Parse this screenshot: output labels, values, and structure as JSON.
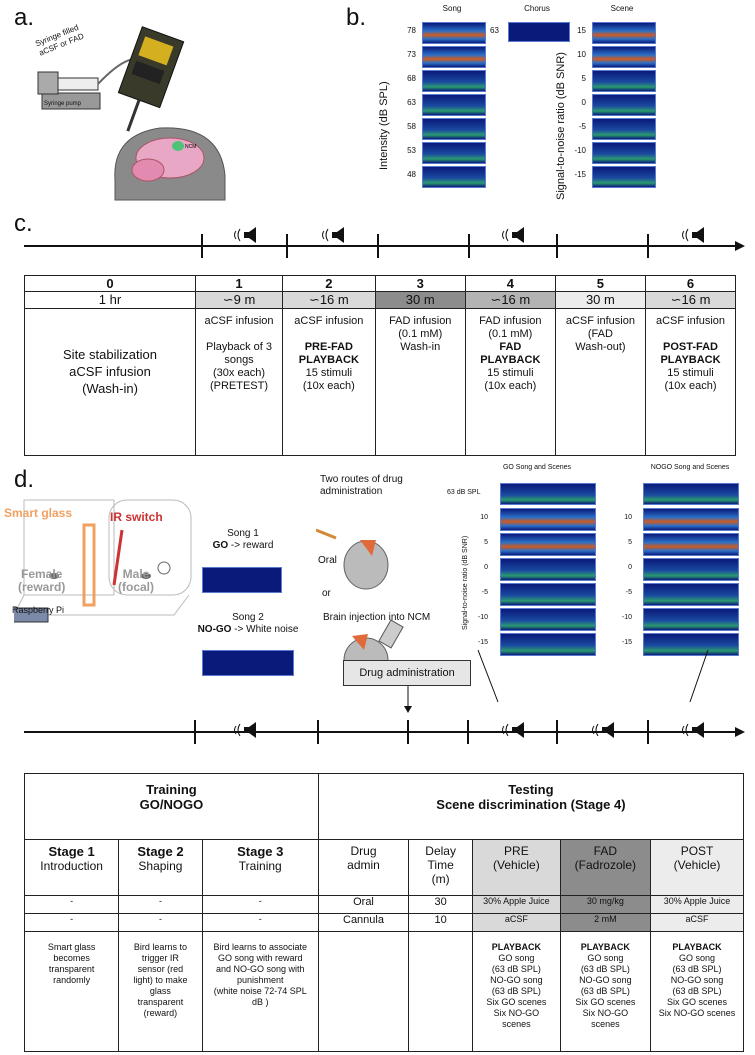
{
  "panels": {
    "a": "a.",
    "b": "b.",
    "c": "c.",
    "d": "d."
  },
  "panel_a": {
    "syringe_label_1": "Syringe filled",
    "syringe_label_2": "aCSF or FAD",
    "pump_label": "Syringe pump",
    "region_label": "NCM"
  },
  "panel_b": {
    "col_song": "Song",
    "col_chorus": "Chorus",
    "col_scene": "Scene",
    "y_left_label": "Intensity (dB SPL)",
    "y_right_label": "Signal-to-noise ratio (dB SNR)",
    "song_levels": [
      "78",
      "73",
      "68",
      "63",
      "58",
      "53",
      "48"
    ],
    "chorus_level": "63",
    "scene_levels": [
      "15",
      "10",
      "5",
      "0",
      "-5",
      "-10",
      "-15"
    ]
  },
  "panel_c": {
    "stages": [
      {
        "num": "0",
        "time": "1 hr",
        "desc": [
          "",
          "Site stabilization",
          "aCSF infusion",
          "(Wash-in)"
        ]
      },
      {
        "num": "1",
        "time": "∽9 m",
        "desc": [
          "aCSF infusion",
          "",
          "Playback of 3",
          "songs",
          "(30x each)",
          "(PRETEST)"
        ]
      },
      {
        "num": "2",
        "time": "∽16 m",
        "desc": [
          "aCSF infusion",
          "",
          "PRE-FAD",
          "PLAYBACK",
          "15 stimuli",
          "(10x each)"
        ]
      },
      {
        "num": "3",
        "time": "30 m",
        "desc": [
          "FAD infusion",
          "(0.1 mM)",
          "Wash-in"
        ]
      },
      {
        "num": "4",
        "time": "∽16 m",
        "desc": [
          "FAD infusion",
          "(0.1 mM)",
          "FAD",
          "PLAYBACK",
          "15 stimuli",
          "(10x each)"
        ]
      },
      {
        "num": "5",
        "time": "30 m",
        "desc": [
          "aCSF infusion",
          "(FAD",
          "Wash-out)"
        ]
      },
      {
        "num": "6",
        "time": "∽16  m",
        "desc": [
          "aCSF infusion",
          "",
          "POST-FAD",
          "PLAYBACK",
          "15 stimuli",
          "(10x each)"
        ]
      }
    ]
  },
  "panel_d": {
    "smart_glass": "Smart glass",
    "ir_switch": "IR switch",
    "female": "Female",
    "female_sub": "(reward)",
    "male": "Male",
    "male_sub": "(focal)",
    "raspberry": "Raspberry Pi",
    "song1_title": "Song 1",
    "song1_go": "GO",
    "song1_rest": " -> reward",
    "song2_title": "Song 2",
    "song2_nogo": "NO-GO",
    "song2_rest": " -> White noise",
    "routes_1": "Two routes of drug",
    "routes_2": "administration",
    "oral": "Oral",
    "or": "or",
    "brain_injection": "Brain injection into NCM",
    "go_title": "GO Song and Scenes",
    "nogo_title": "NOGO Song and Scenes",
    "spl_label": "63 dB SPL",
    "snr_axis": "Signal-to-noise ratio (dB SNR)",
    "snr_levels": [
      "10",
      "5",
      "0",
      "-5",
      "-10",
      "-15"
    ],
    "drug_admin_box": "Drug administration",
    "training_title_1": "Training",
    "training_title_2": "GO/NOGO",
    "testing_title_1": "Testing",
    "testing_title_2": "Scene discrimination (Stage 4)",
    "headers": [
      {
        "bold": "Stage 1",
        "sub": "Introduction"
      },
      {
        "bold": "Stage 2",
        "sub": "Shaping"
      },
      {
        "bold": "Stage 3",
        "sub": "Training"
      },
      {
        "bold": "",
        "sub": "Drug\nadmin"
      },
      {
        "bold": "",
        "sub": "Delay\nTime\n(m)"
      },
      {
        "bold": "",
        "sub": "PRE\n(Vehicle)"
      },
      {
        "bold": "",
        "sub": "FAD\n(Fadrozole)"
      },
      {
        "bold": "",
        "sub": "POST\n(Vehicle)"
      }
    ],
    "row_oral": [
      "-",
      "-",
      "-",
      "Oral",
      "30",
      "30% Apple Juice",
      "30 mg/kg",
      "30% Apple Juice"
    ],
    "row_cannula": [
      "-",
      "-",
      "-",
      "Cannula",
      "10",
      "aCSF",
      "2 mM",
      "aCSF"
    ],
    "desc_row": [
      "Smart glass\nbecomes\ntransparent\nrandomly",
      "Bird learns to\ntrigger IR\nsensor (red\nlight) to make\nglass\ntransparent\n(reward)",
      "Bird learns to associate\nGO song with reward\nand NO-GO song with\npunishment\n(white noise 72-74 SPL\ndB )",
      "",
      "",
      "PLAYBACK\nGO song\n(63 dB SPL)\nNO-GO song\n(63 dB SPL)\nSix GO scenes\nSix NO-GO\nscenes",
      "PLAYBACK\nGO song\n(63 dB SPL)\nNO-GO song\n(63 dB SPL)\nSix GO scenes\nSix NO-GO\nscenes",
      "PLAYBACK\nGO song\n(63 dB SPL)\nNO-GO song\n(63 dB SPL)\nSix GO scenes\nSix NO-GO scenes"
    ]
  }
}
